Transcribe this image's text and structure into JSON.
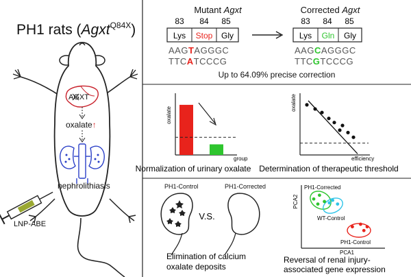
{
  "left_panel": {
    "title_prefix": "PH1 rats (",
    "title_gene": "Agxt",
    "title_sup": "Q84X",
    "title_suffix": ")",
    "liver_label": "AGXT",
    "oxalate_label": "oxalate",
    "oxalate_arrow": "↑",
    "stone_label": "nephrolithiasis",
    "syringe_label": "LNP-ABE"
  },
  "editing_panel": {
    "mutant": {
      "title_prefix": "Mutant ",
      "title_gene": "Agxt",
      "positions": [
        "83",
        "84",
        "85"
      ],
      "codons": [
        "Lys",
        "Stop",
        "Gly"
      ],
      "seq_top": {
        "before": "AAG",
        "edited": "T",
        "after": "AGGGC"
      },
      "seq_bottom": {
        "before": "TTC",
        "edited": "A",
        "after": "TCCCG"
      }
    },
    "corrected": {
      "title_prefix": "Corrected ",
      "title_gene": "Agxt",
      "positions": [
        "83",
        "84",
        "85"
      ],
      "codons": [
        "Lys",
        "Gln",
        "Gly"
      ],
      "seq_top": {
        "before": "AAG",
        "edited": "C",
        "after": "AGGGC"
      },
      "seq_bottom": {
        "before": "TTC",
        "edited": "G",
        "after": "TCCCG"
      }
    },
    "caption": "Up to 64.09% precise correction"
  },
  "oxalate_panel": {
    "ylabel": "oxalate",
    "xlabel": "group",
    "caption": "Normalization of urinary oxalate"
  },
  "threshold_panel": {
    "ylabel": "oxalate",
    "xlabel": "efficiency",
    "caption": "Determination of therapeutic threshold"
  },
  "kidney_panel": {
    "label_left": "PH1-Control",
    "label_right": "PH1-Corrected",
    "vs_label": "V.S.",
    "caption_line1": "Elimination of calcium",
    "caption_line2": "oxalate deposits"
  },
  "pca_panel": {
    "ylabel": "PCA2",
    "xlabel": "PCA1",
    "cluster_corrected": "PH1-Corrected",
    "cluster_wt": "WT-Control",
    "cluster_control": "PH1-Control",
    "caption_line1": "Reversal of renal injury-",
    "caption_line2": "associated gene expression"
  },
  "colors": {
    "red": "#e8231c",
    "green": "#2ec52e",
    "cyan": "#2fc4e8",
    "blue": "#2a3fc7",
    "liver_red": "#d62828"
  },
  "chart_data": [
    {
      "type": "bar",
      "categories": [
        "",
        ""
      ],
      "values": [
        0.85,
        0.18
      ],
      "threshold": 0.3,
      "xlabel": "group",
      "ylabel": "oxalate",
      "colors": [
        "#e8231c",
        "#2ec52e"
      ]
    },
    {
      "type": "scatter",
      "xlabel": "efficiency",
      "ylabel": "oxalate",
      "x": [
        0.1,
        0.22,
        0.32,
        0.42,
        0.5,
        0.58,
        0.62,
        0.7,
        0.78
      ],
      "y": [
        0.85,
        0.78,
        0.72,
        0.62,
        0.55,
        0.42,
        0.5,
        0.38,
        0.3
      ],
      "threshold": 0.2
    },
    {
      "type": "scatter",
      "xlabel": "PCA1",
      "ylabel": "PCA2",
      "series": [
        {
          "name": "PH1-Corrected",
          "x": [
            0.15,
            0.22,
            0.28,
            0.2
          ],
          "y": [
            0.78,
            0.84,
            0.74,
            0.7
          ]
        },
        {
          "name": "WT-Control",
          "x": [
            0.34,
            0.38,
            0.44
          ],
          "y": [
            0.72,
            0.76,
            0.7
          ]
        },
        {
          "name": "PH1-Control",
          "x": [
            0.62,
            0.72,
            0.8,
            0.76
          ],
          "y": [
            0.34,
            0.38,
            0.34,
            0.28
          ]
        }
      ]
    }
  ]
}
